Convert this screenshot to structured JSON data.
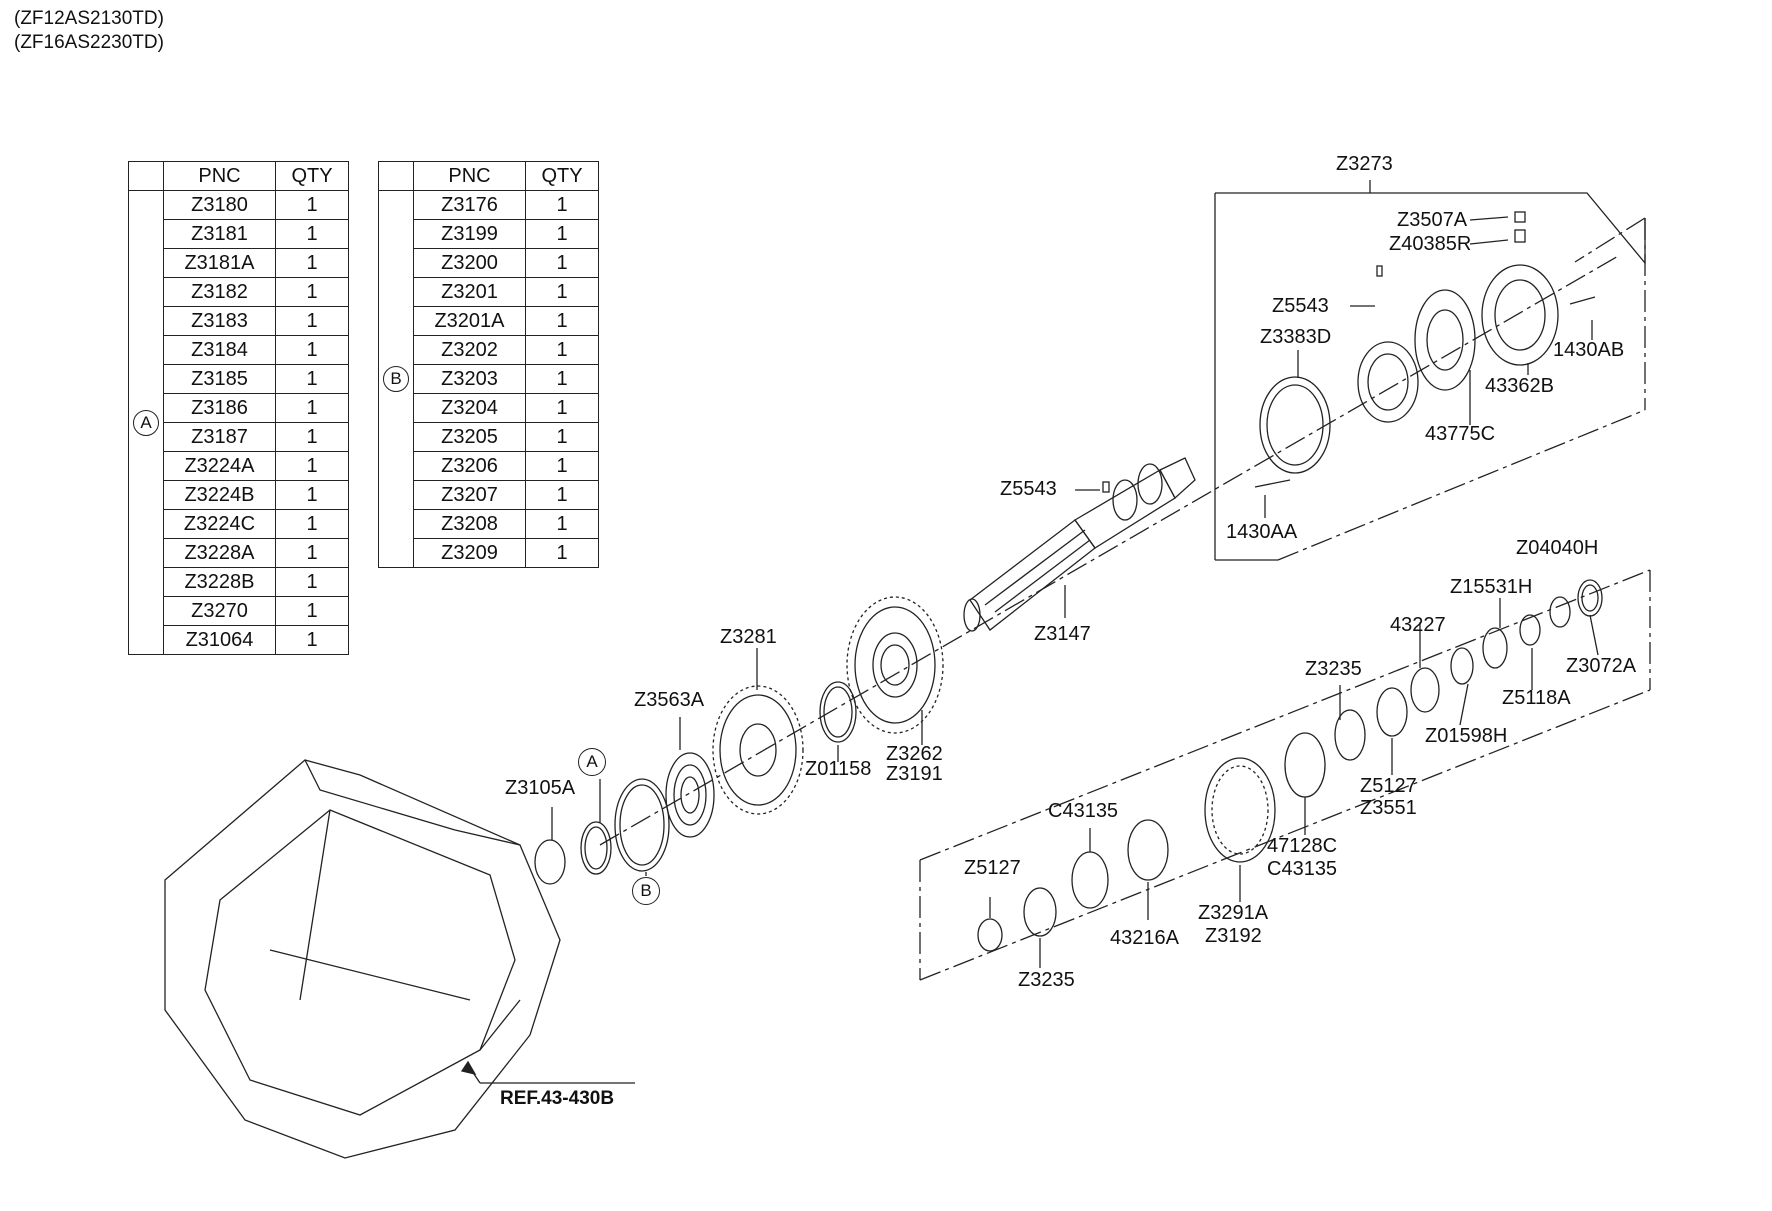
{
  "header": {
    "line1": "(ZF12AS2130TD)",
    "line2": "(ZF16AS2230TD)"
  },
  "table_a": {
    "group": "A",
    "col_pnc": "PNC",
    "col_qty": "QTY",
    "rows": [
      {
        "pnc": "Z3180",
        "qty": "1"
      },
      {
        "pnc": "Z3181",
        "qty": "1"
      },
      {
        "pnc": "Z3181A",
        "qty": "1"
      },
      {
        "pnc": "Z3182",
        "qty": "1"
      },
      {
        "pnc": "Z3183",
        "qty": "1"
      },
      {
        "pnc": "Z3184",
        "qty": "1"
      },
      {
        "pnc": "Z3185",
        "qty": "1"
      },
      {
        "pnc": "Z3186",
        "qty": "1"
      },
      {
        "pnc": "Z3187",
        "qty": "1"
      },
      {
        "pnc": "Z3224A",
        "qty": "1"
      },
      {
        "pnc": "Z3224B",
        "qty": "1"
      },
      {
        "pnc": "Z3224C",
        "qty": "1"
      },
      {
        "pnc": "Z3228A",
        "qty": "1"
      },
      {
        "pnc": "Z3228B",
        "qty": "1"
      },
      {
        "pnc": "Z3270",
        "qty": "1"
      },
      {
        "pnc": "Z31064",
        "qty": "1"
      }
    ]
  },
  "table_b": {
    "group": "B",
    "col_pnc": "PNC",
    "col_qty": "QTY",
    "rows": [
      {
        "pnc": "Z3176",
        "qty": "1"
      },
      {
        "pnc": "Z3199",
        "qty": "1"
      },
      {
        "pnc": "Z3200",
        "qty": "1"
      },
      {
        "pnc": "Z3201",
        "qty": "1"
      },
      {
        "pnc": "Z3201A",
        "qty": "1"
      },
      {
        "pnc": "Z3202",
        "qty": "1"
      },
      {
        "pnc": "Z3203",
        "qty": "1"
      },
      {
        "pnc": "Z3204",
        "qty": "1"
      },
      {
        "pnc": "Z3205",
        "qty": "1"
      },
      {
        "pnc": "Z3206",
        "qty": "1"
      },
      {
        "pnc": "Z3207",
        "qty": "1"
      },
      {
        "pnc": "Z3208",
        "qty": "1"
      },
      {
        "pnc": "Z3209",
        "qty": "1"
      }
    ]
  },
  "labels": {
    "z3273": "Z3273",
    "z3507a": "Z3507A",
    "z40385r": "Z40385R",
    "z5543_top": "Z5543",
    "z3383d": "Z3383D",
    "l1430ab": "1430AB",
    "l43362b": "43362B",
    "l43775c": "43775C",
    "z5543_mid": "Z5543",
    "l1430aa": "1430AA",
    "z3147": "Z3147",
    "z04040h": "Z04040H",
    "z15531h": "Z15531H",
    "l43227": "43227",
    "z3235_top": "Z3235",
    "z3072a": "Z3072A",
    "z5118a": "Z5118A",
    "z01598h": "Z01598H",
    "z5127_mid": "Z5127",
    "z3551": "Z3551",
    "l47128c": "47128C",
    "c43135_r": "C43135",
    "c43135_l": "C43135",
    "z3291a": "Z3291A",
    "z3192": "Z3192",
    "l43216a": "43216A",
    "z5127_low": "Z5127",
    "z3235_low": "Z3235",
    "z3281": "Z3281",
    "z3563a": "Z3563A",
    "z3262": "Z3262",
    "z3191": "Z3191",
    "z01158": "Z01158",
    "z3105a": "Z3105A",
    "ref": "REF.43-430B"
  },
  "callouts": {
    "a": "A",
    "b": "B"
  }
}
